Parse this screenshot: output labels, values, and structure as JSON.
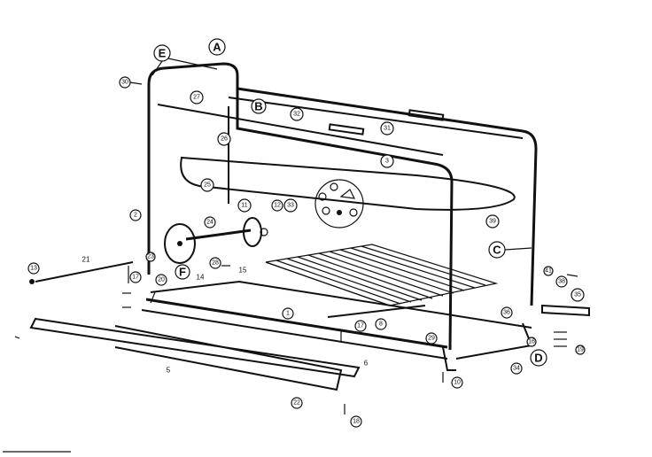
{
  "letters": {
    "A": "A",
    "B": "B",
    "C": "C",
    "D": "D",
    "E": "E",
    "F": "F"
  },
  "callouts": {
    "n1": "1",
    "n3": "3",
    "n5": "5",
    "n6": "6",
    "n8": "8",
    "n10": "10",
    "n11": "11",
    "n12": "12",
    "n13": "13",
    "n14": "14",
    "n15": "15",
    "n16": "16",
    "n17": "17",
    "n18": "18",
    "n19": "19",
    "n20": "20",
    "n21": "21",
    "n22": "22",
    "n23": "23",
    "n24": "24",
    "n25": "25",
    "n26": "26",
    "n27": "27",
    "n28": "28",
    "n29": "29",
    "n30": "30",
    "n31": "31",
    "n32": "32",
    "n33": "33",
    "n34": "34",
    "n35": "35",
    "n36": "36",
    "n38": "38",
    "n39": "39",
    "n41": "41"
  }
}
